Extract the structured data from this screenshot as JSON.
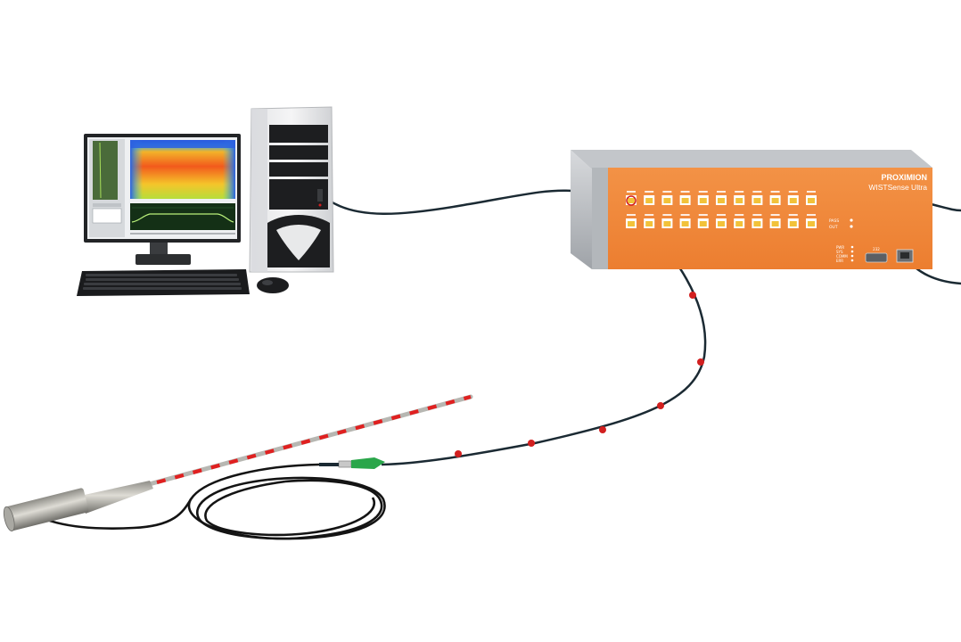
{
  "device": {
    "brand": "PROXIMION",
    "model": "WISTSense Ultra",
    "status_labels": [
      "PASS",
      "OUT"
    ],
    "indicator_labels": [
      "PWR",
      "SYS",
      "COMM",
      "ERR"
    ],
    "port_label": "232",
    "connector_count_per_row": 11,
    "connector_rows": 2
  },
  "colors": {
    "device_body": "#f08a3c",
    "device_frame": "#b9bcc0",
    "cable": "#1b2a33",
    "fiber_marker": "#d21f1f",
    "probe_stripe": "#e02020",
    "probe_metal": "#b7b7b2",
    "connector_green": "#2aa64a",
    "heatmap_low": "#1e3fd8",
    "heatmap_high": "#f23a17"
  },
  "icons": {
    "monitor": "monitor-icon",
    "tower": "computer-tower-icon",
    "keyboard": "keyboard-icon",
    "mouse": "mouse-icon",
    "interrogator": "interrogator-unit-icon",
    "probe": "temperature-probe-icon"
  }
}
